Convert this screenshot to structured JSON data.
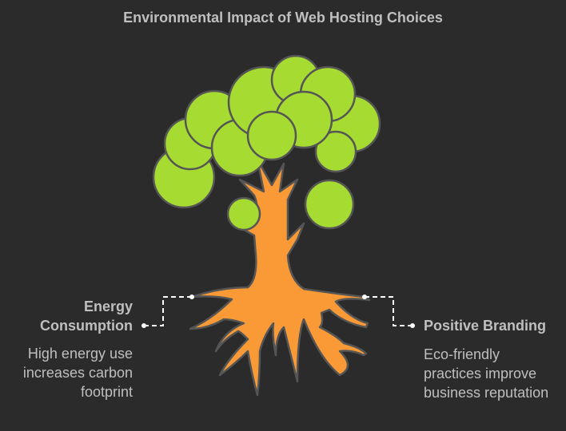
{
  "title": "Environmental Impact of Web Hosting Choices",
  "left": {
    "label": "Energy Consumption",
    "description": "High energy use increases carbon footprint"
  },
  "right": {
    "label": "Positive Branding",
    "description": "Eco-friendly practices improve business reputation"
  },
  "colors": {
    "background": "#2b2b2b",
    "canopy": "#a6dc32",
    "trunk": "#f99a36",
    "outline": "#555555",
    "text": "#bfbfbf"
  }
}
